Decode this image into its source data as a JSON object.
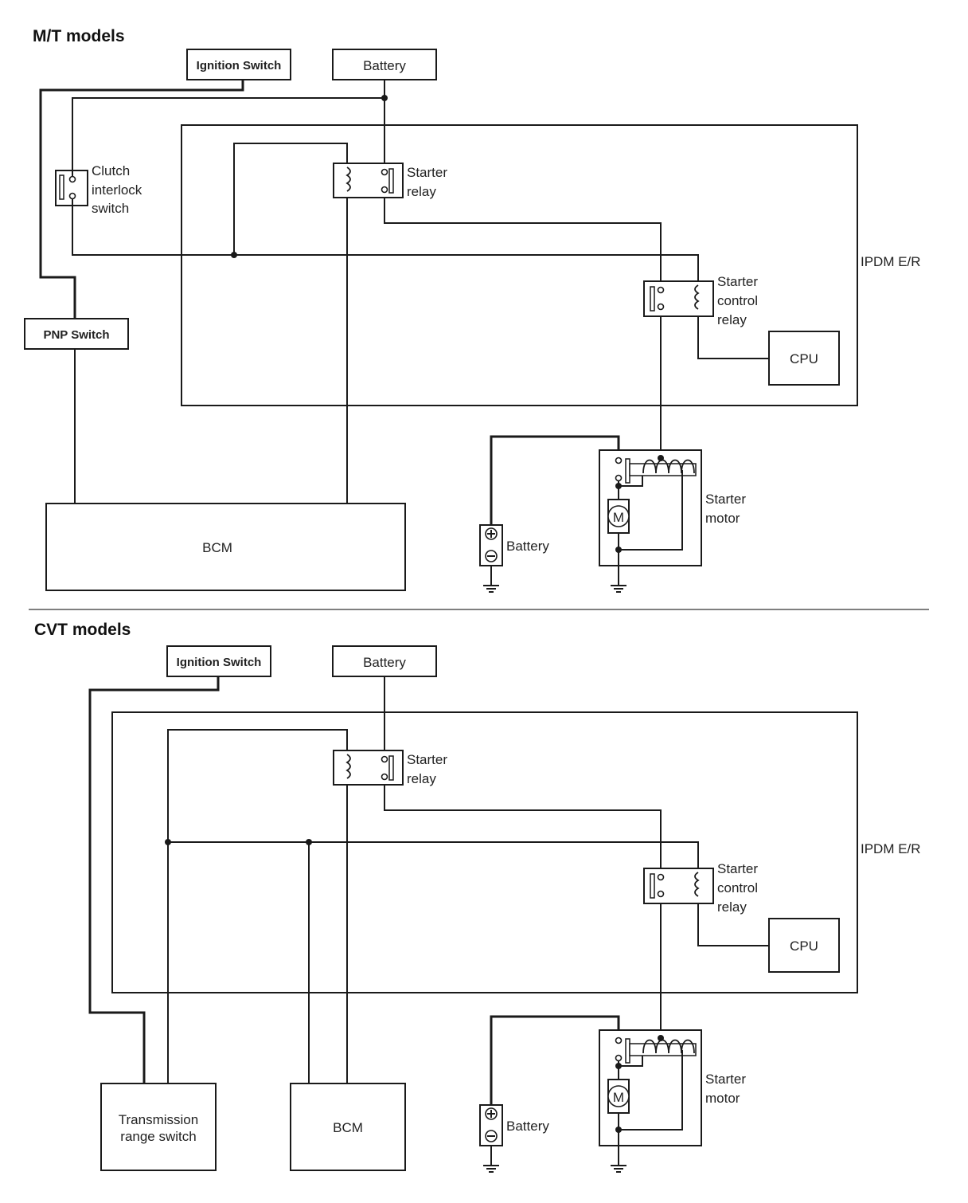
{
  "diagram": {
    "separator": true,
    "sections": [
      {
        "id": "mt",
        "title": "M/T models",
        "components": {
          "ignition_switch": "Ignition Switch",
          "battery_top": "Battery",
          "clutch_interlock_switch": [
            "Clutch",
            "interlock",
            "switch"
          ],
          "pnp_switch": "PNP Switch",
          "starter_relay": [
            "Starter",
            "relay"
          ],
          "ipdm": "IPDM E/R",
          "starter_control_relay": [
            "Starter",
            "control",
            "relay"
          ],
          "cpu": "CPU",
          "bcm": "BCM",
          "battery_bottom": "Battery",
          "starter_motor": [
            "Starter",
            "motor"
          ],
          "motor_symbol": "M",
          "battery_plus": "+",
          "battery_minus": "−"
        }
      },
      {
        "id": "cvt",
        "title": "CVT models",
        "components": {
          "ignition_switch": "Ignition Switch",
          "battery_top": "Battery",
          "starter_relay": [
            "Starter",
            "relay"
          ],
          "ipdm": "IPDM E/R",
          "starter_control_relay": [
            "Starter",
            "control",
            "relay"
          ],
          "cpu": "CPU",
          "transmission_range_switch": [
            "Transmission",
            "range switch"
          ],
          "bcm": "BCM",
          "battery_bottom": "Battery",
          "starter_motor": [
            "Starter",
            "motor"
          ],
          "motor_symbol": "M",
          "battery_plus": "+",
          "battery_minus": "−"
        }
      }
    ]
  }
}
